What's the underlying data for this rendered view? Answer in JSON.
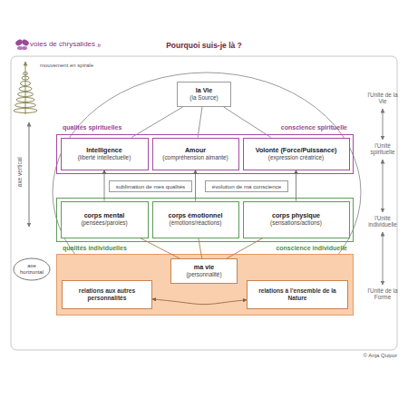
{
  "diagram": {
    "title": "Pourquoi suis-je là ?",
    "nodes": [
      {
        "text": [
          "la Vie",
          "(la Source)"
        ]
      },
      {
        "text": [
          "qualités spirituelles",
          "conscience spirituelle"
        ]
      },
      {
        "text": [
          "Intelligence",
          "(liberté intellectuelle)"
        ],
        "in": 1
      },
      {
        "text": [
          "Amour",
          "(compréhension aimante)"
        ],
        "in": 1
      },
      {
        "text": [
          "Volonté (Force/Puissance)",
          "(expression créatrice)"
        ],
        "in": 1
      },
      {
        "text": [
          "sublimation de mes qualités"
        ]
      },
      {
        "text": [
          "évolution de ma conscience"
        ]
      },
      {
        "text": [
          "qualités individuelles",
          "conscience individuelle"
        ]
      },
      {
        "text": [
          "corps mental",
          "(pensées/paroles)"
        ],
        "in": 7
      },
      {
        "text": [
          "corps émotionnel",
          "(émotions/réactions)"
        ],
        "in": 7
      },
      {
        "text": [
          "corps physique",
          "(sensations/actions)"
        ],
        "in": 7
      },
      {
        "text": []
      },
      {
        "text": [
          "ma vie",
          "(personnalité)"
        ],
        "in": 11
      },
      {
        "text": [
          "relations aux autres personnalités"
        ],
        "in": 11
      },
      {
        "text": [
          "relations à l'ensemble de la Nature"
        ],
        "in": 11
      },
      {
        "text": [
          "axe horizontal"
        ]
      }
    ],
    "edges": [
      {
        "from": 0,
        "to": 2,
        "arrow": "none"
      },
      {
        "from": 0,
        "to": 3,
        "arrow": "none"
      },
      {
        "from": 0,
        "to": 4,
        "arrow": "none"
      },
      {
        "from": 8,
        "to": 2,
        "arrow": "to"
      },
      {
        "from": 9,
        "to": 3,
        "arrow": "to"
      },
      {
        "from": 10,
        "to": 4,
        "arrow": "to"
      },
      {
        "from": 12,
        "to": 8,
        "arrow": "none"
      },
      {
        "from": 12,
        "to": 9,
        "arrow": "none"
      },
      {
        "from": 12,
        "to": 10,
        "arrow": "none"
      },
      {
        "from": 13,
        "to": 14,
        "arrow": "both"
      }
    ],
    "labels": [
      "voies de chrysalides",
      ".fr",
      "mouvement en spirale",
      "axe vertical",
      "l'Unité de la Vie",
      "l'Unité spirituelle",
      "l'Unité individuelle",
      "l'Unité de la Forme",
      "© Anja Quipor"
    ]
  }
}
